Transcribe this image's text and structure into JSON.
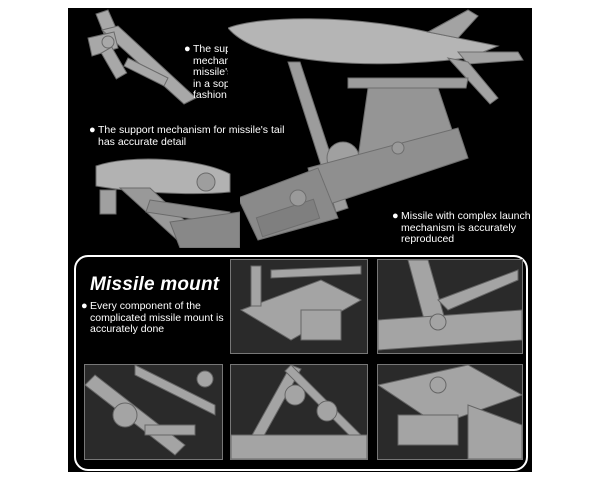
{
  "callouts": {
    "nose": "The support mechanism for missile's nose is done in a sophisticated fashion",
    "tail": "The support mechanism for missile's tail has accurate detail",
    "launch": "Missile with complex launch mechanism is accurately reproduced"
  },
  "mount_section": {
    "title": "Missile mount",
    "description": "Every component of the complicated missile mount is accurately done"
  },
  "colors": {
    "background": "#000000",
    "model_gray": "#a9a9a9",
    "text": "#ffffff"
  }
}
